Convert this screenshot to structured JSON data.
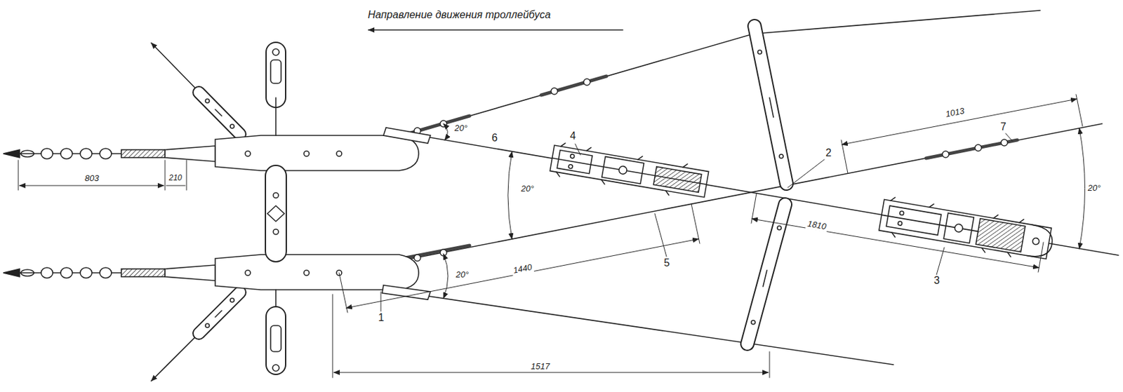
{
  "diagram": {
    "labels": [
      "Направление движения троллейбуса",
      "803",
      "210",
      "20°",
      "6",
      "20°",
      "4",
      "2",
      "1013",
      "7",
      "20°",
      "1440",
      "1810",
      "5",
      "3",
      "20°",
      "1",
      "1517"
    ]
  }
}
